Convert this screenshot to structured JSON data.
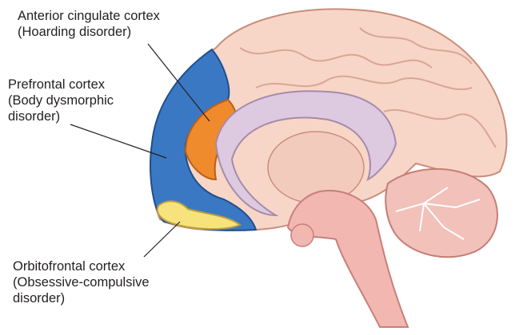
{
  "labels": {
    "anterior_cingulate": {
      "line1": "Anterior cingulate cortex",
      "line2": "(Hoarding disorder)"
    },
    "prefrontal": {
      "line1": "Prefrontal cortex",
      "line2": "(Body dysmorphic",
      "line3": "disorder)"
    },
    "orbitofrontal": {
      "line1": "Orbitofrontal cortex",
      "line2": "(Obsessive-compulsive",
      "line3": "disorder)"
    }
  },
  "colors": {
    "brain_tissue": "#f7d6c7",
    "prefrontal_cortex": "#3b78c4",
    "anterior_cingulate_cortex": "#ef8a2d",
    "orbitofrontal_cortex": "#f7e27c",
    "corpus_callosum": "#ddc9e0",
    "brainstem": "#f3b7b2"
  }
}
